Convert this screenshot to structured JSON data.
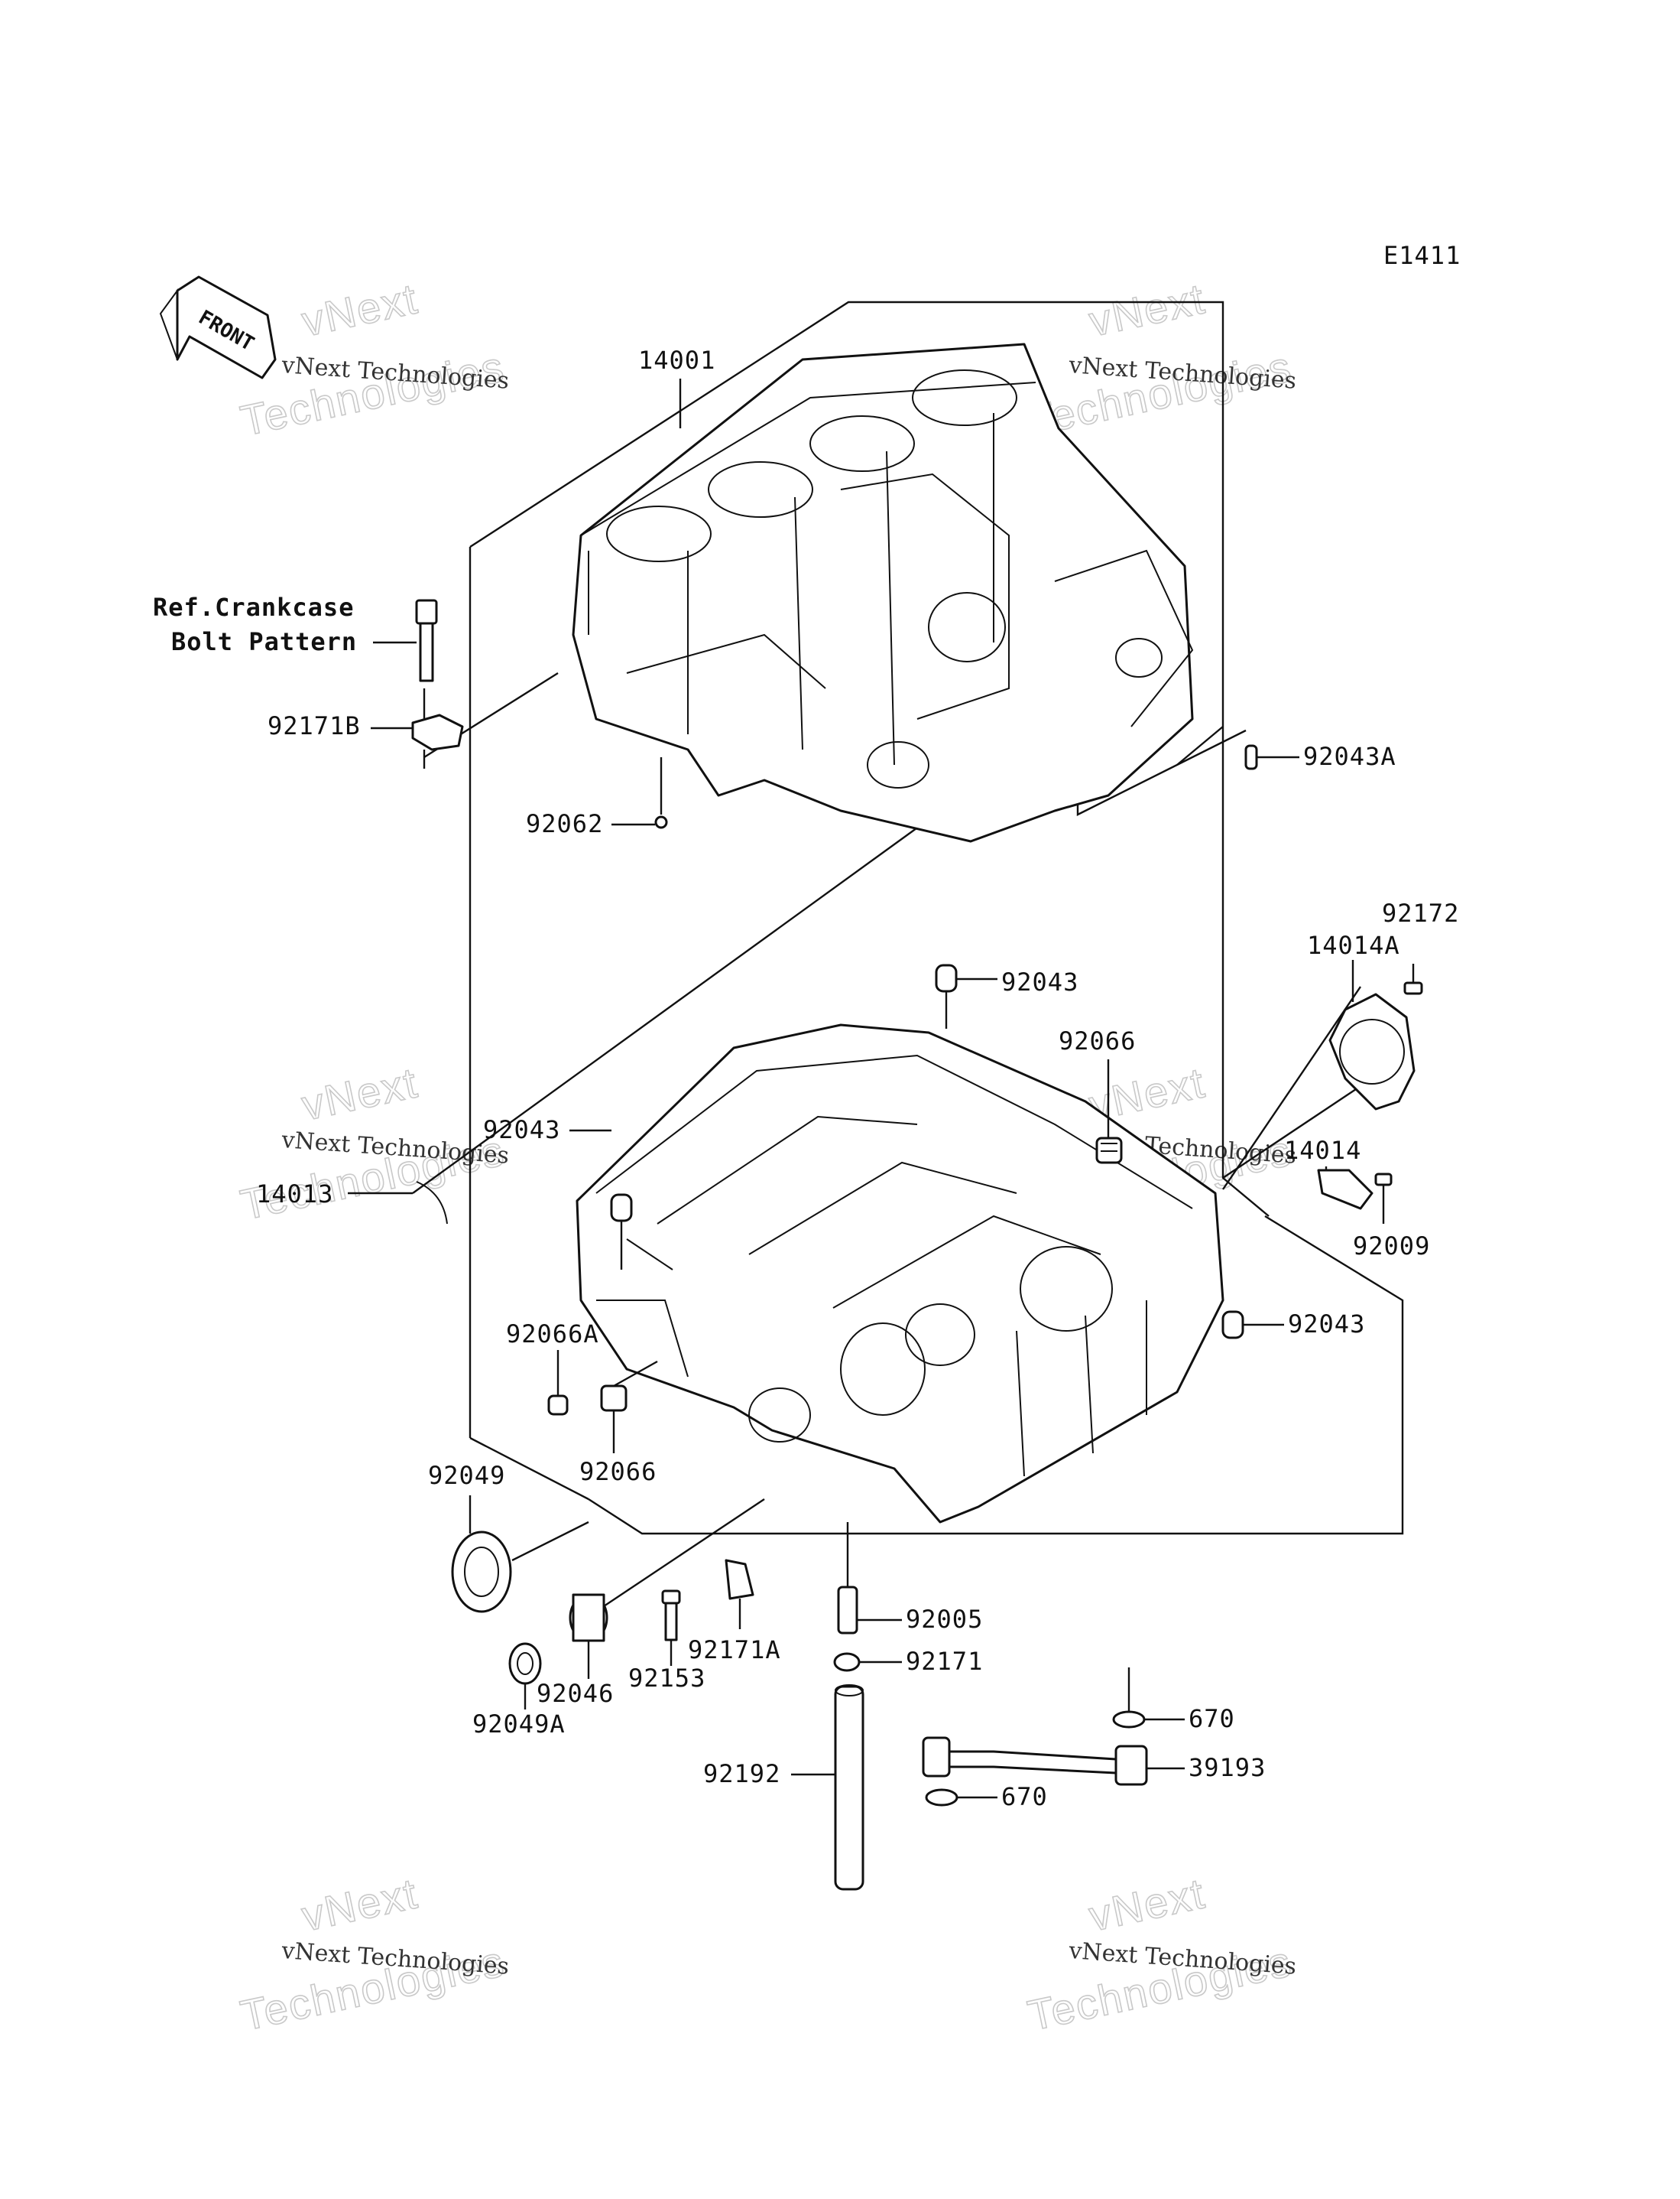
{
  "diagram_code": "E1411",
  "front_label": "FRONT",
  "reference_note": [
    "Ref.Crankcase",
    "Bolt Pattern"
  ],
  "watermark": {
    "line1": "vNext Technologies",
    "line2_top": "vNext",
    "line2_bottom": "Technologies"
  },
  "parts": {
    "p14001": "14001",
    "p92171B": "92171B",
    "p92062": "92062",
    "p92043A": "92043A",
    "p92172": "92172",
    "p14014A": "14014A",
    "p92043_top": "92043",
    "p92066_top": "92066",
    "p92043_left": "92043",
    "p14014": "14014",
    "p14013": "14013",
    "p92009": "92009",
    "p92043_right": "92043",
    "p92066A": "92066A",
    "p92049": "92049",
    "p92066_low": "92066",
    "p92005": "92005",
    "p92171A": "92171A",
    "p92171": "92171",
    "p92046": "92046",
    "p92153": "92153",
    "p92049A": "92049A",
    "p670_top": "670",
    "p39193": "39193",
    "p92192": "92192",
    "p670_low": "670"
  }
}
